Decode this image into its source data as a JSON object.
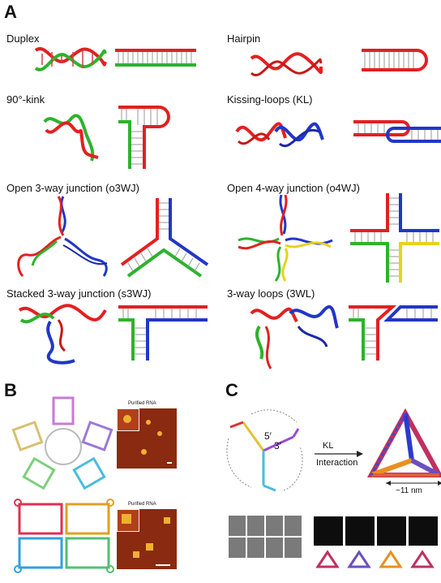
{
  "panels": {
    "A": {
      "letter": "A",
      "motifs": [
        {
          "label": "Duplex"
        },
        {
          "label": "Hairpin"
        },
        {
          "label": "90°-kink"
        },
        {
          "label": "Kissing-loops (KL)"
        },
        {
          "label": "Open 3-way junction (o3WJ)"
        },
        {
          "label": "Open 4-way junction (o4WJ)"
        },
        {
          "label": "Stacked 3-way junction (s3WJ)"
        },
        {
          "label": "3-way loops (3WL)"
        }
      ]
    },
    "B": {
      "letter": "B",
      "micrograph_caption_top": "Purified RNA",
      "micrograph_caption_bottom": "Purified RNA"
    },
    "C": {
      "letter": "C",
      "end_5": "5′",
      "end_3": "3′",
      "arrow_label_top": "KL",
      "arrow_label_bottom": "Interaction",
      "scale_label": "~11 nm"
    }
  },
  "colors": {
    "red": "#e32020",
    "green": "#2db32d",
    "blue": "#2236c8",
    "yellow": "#e8d21a"
  }
}
